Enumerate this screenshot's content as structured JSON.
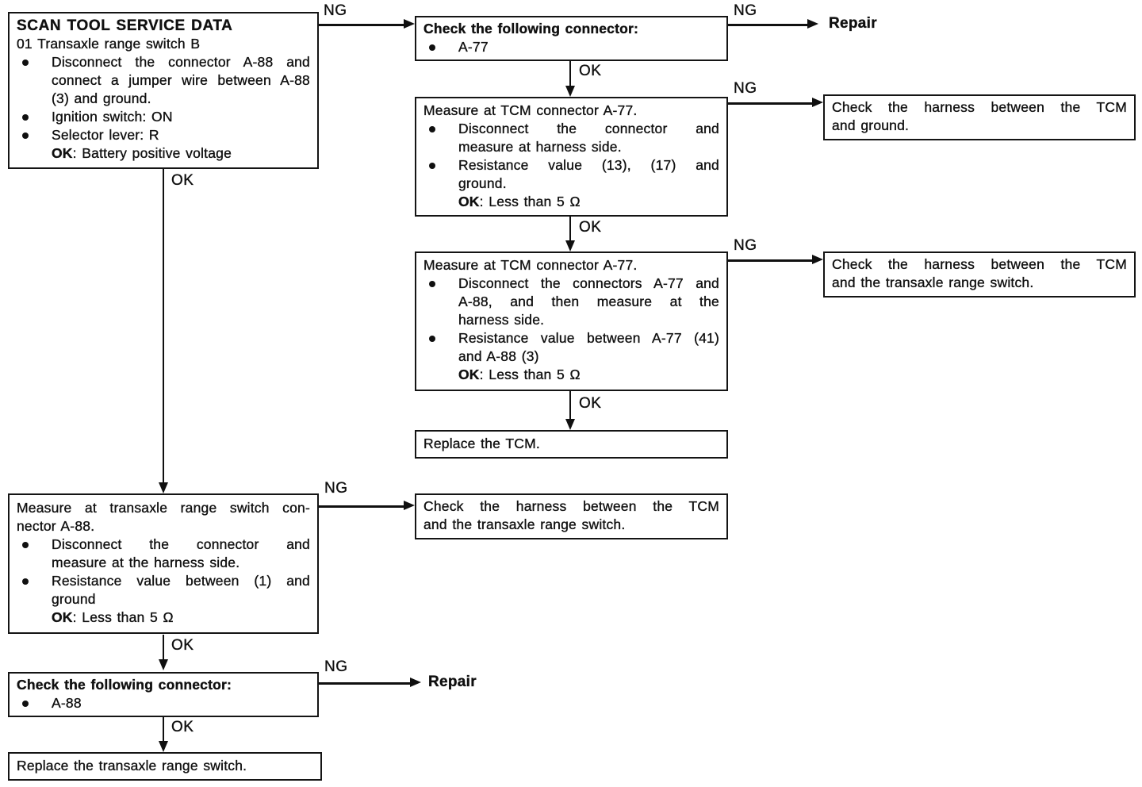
{
  "labels": {
    "ok": "OK",
    "ng": "NG",
    "repair": "Repair"
  },
  "nodes": {
    "scan_tool": {
      "title": "SCAN TOOL SERVICE DATA",
      "code_line": "01 Transaxle range switch B",
      "bullet1_lines": [
        "Disconnect the connector A-88 and",
        "connect a jumper wire between A-88",
        "(3) and ground."
      ],
      "bullet2": "Ignition switch: ON",
      "bullet3": "Selector lever: R",
      "ok_label": "OK",
      "ok_text": ": Battery positive voltage"
    },
    "check_a77": {
      "title": "Check the following connector:",
      "bullet": "A-77"
    },
    "measure_tcm_ground": {
      "title": "Measure at TCM connector A-77.",
      "bullet1_lines": [
        "Disconnect the connector and",
        "measure at harness side."
      ],
      "bullet2_lines": [
        "Resistance value (13), (17) and",
        "ground."
      ],
      "ok_label": "OK",
      "ok_text": ": Less than 5 Ω"
    },
    "harness_ground": {
      "lines": [
        "Check the harness between the TCM",
        "and ground."
      ]
    },
    "measure_tcm_switch": {
      "title": "Measure at TCM connector A-77.",
      "bullet1_lines": [
        "Disconnect the connectors A-77 and",
        "A-88, and then measure at the",
        "harness side."
      ],
      "bullet2_lines": [
        "Resistance value between A-77 (41)",
        "and A-88 (3)"
      ],
      "ok_label": "OK",
      "ok_text": ": Less than 5 Ω"
    },
    "harness_switch_top": {
      "lines": [
        "Check the harness between the TCM",
        "and the transaxle range switch."
      ]
    },
    "replace_tcm": {
      "text": "Replace the TCM."
    },
    "measure_switch": {
      "title_lines": [
        "Measure at transaxle range switch con-",
        "nector A-88."
      ],
      "bullet1_lines": [
        "Disconnect the connector and",
        "measure at the harness side."
      ],
      "bullet2_lines": [
        "Resistance value between (1) and",
        "ground"
      ],
      "ok_label": "OK",
      "ok_text": ": Less than 5 Ω"
    },
    "harness_switch_bottom": {
      "lines": [
        "Check the harness between the TCM",
        "and the transaxle range switch."
      ]
    },
    "check_a88": {
      "title": "Check the following connector:",
      "bullet": "A-88"
    },
    "replace_switch": {
      "text": "Replace the transaxle range switch."
    }
  }
}
